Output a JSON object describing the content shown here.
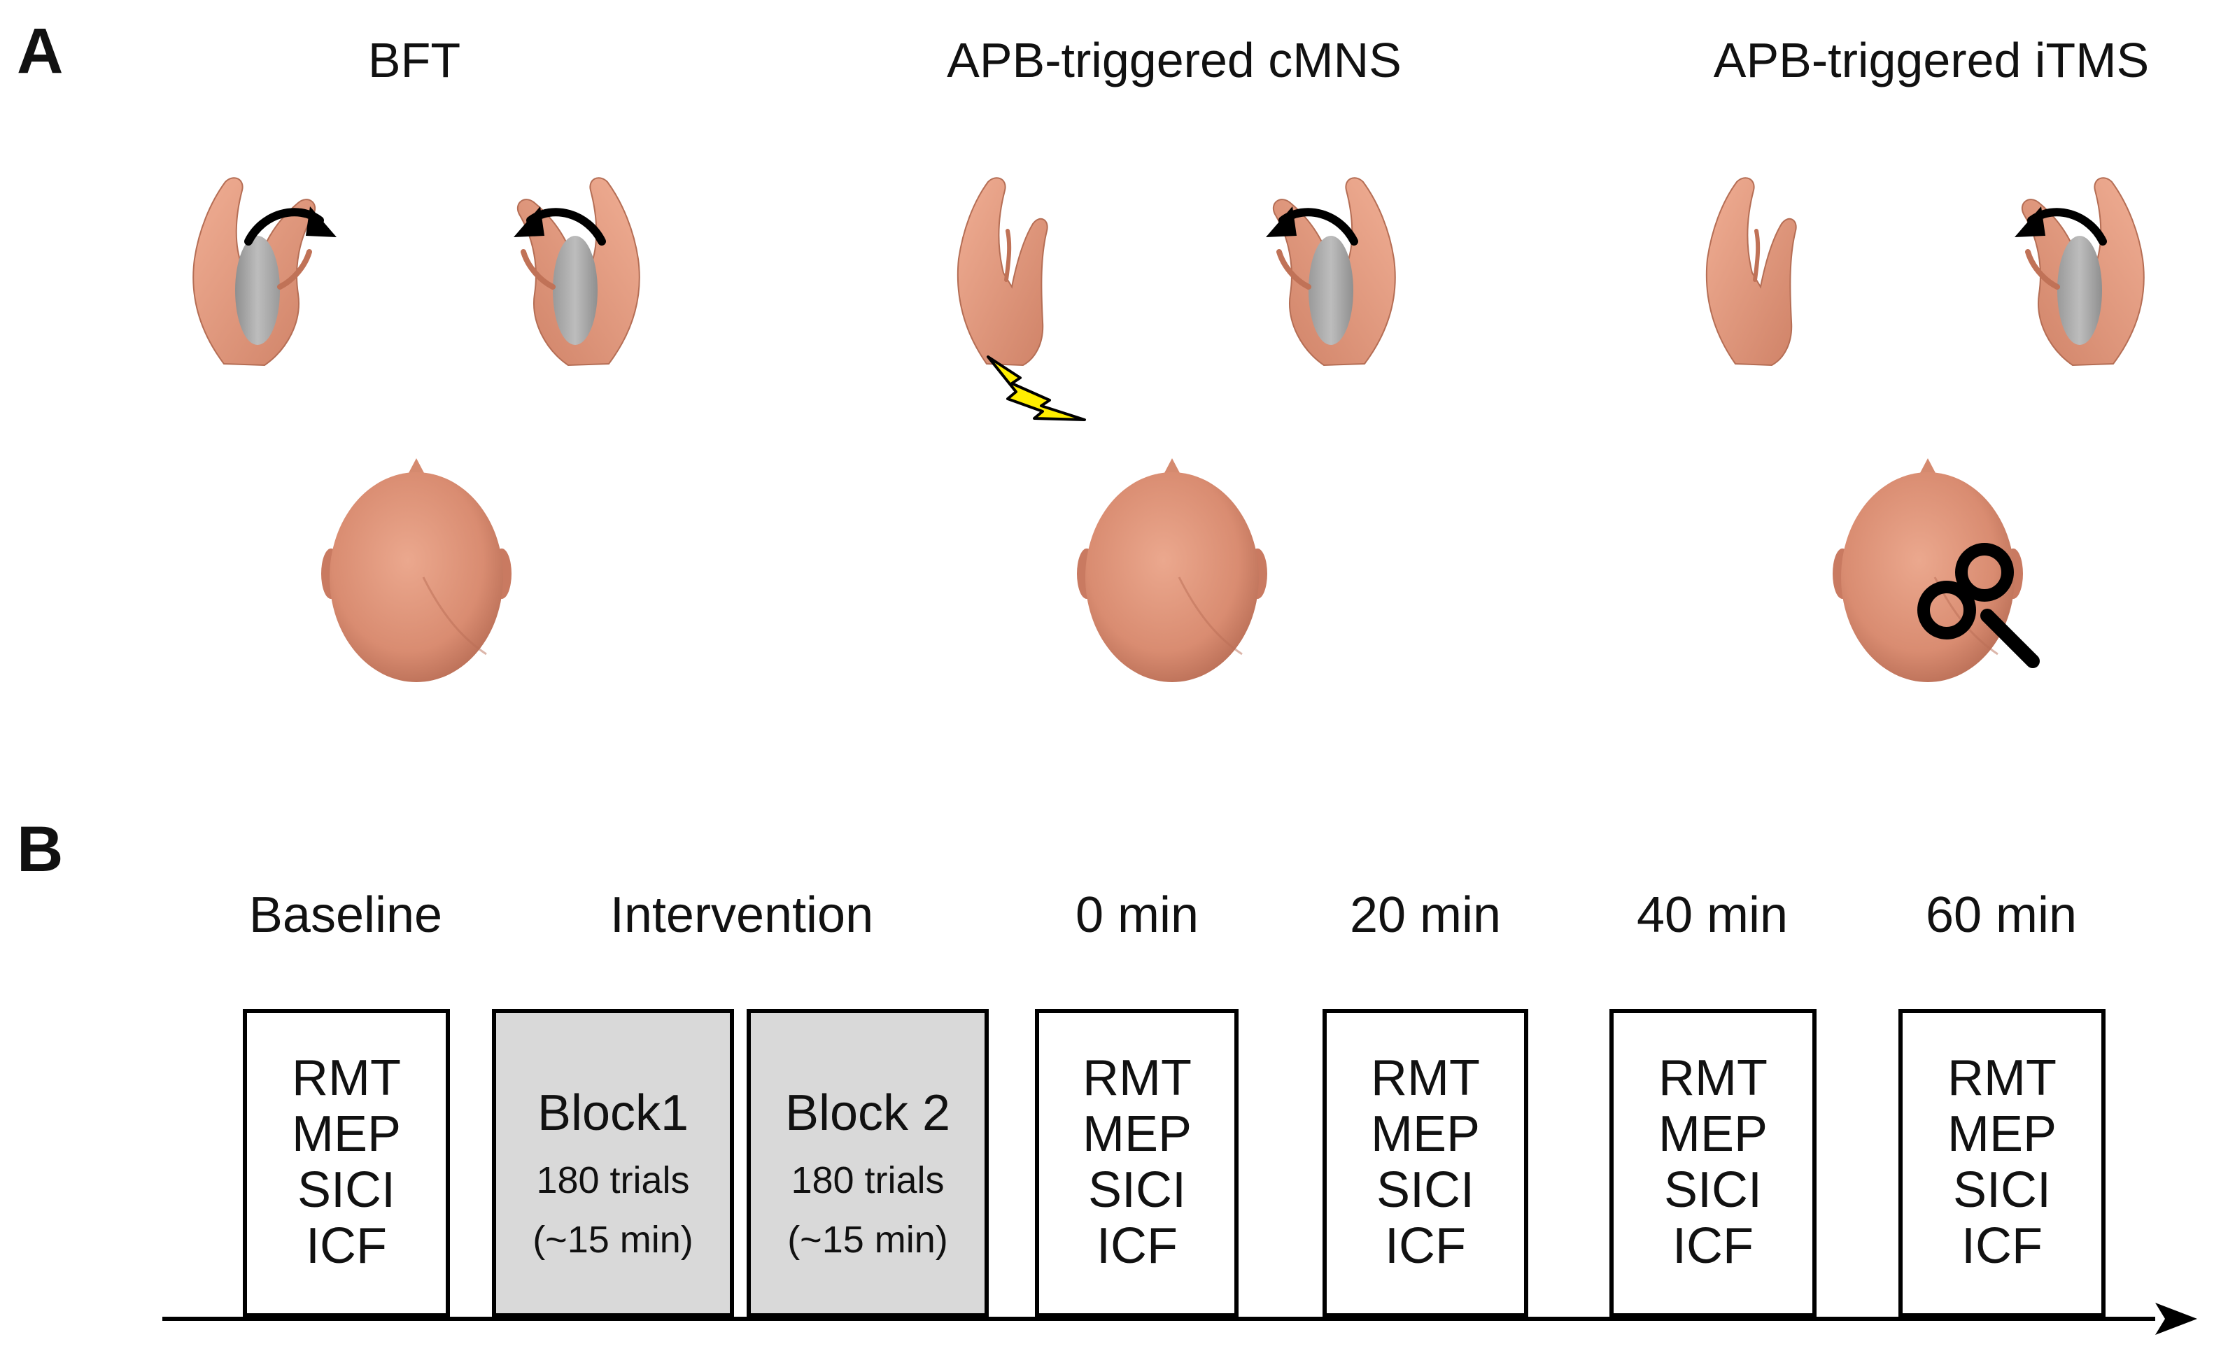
{
  "panels": {
    "a": {
      "letter": "A",
      "conditions": [
        {
          "title": "BFT",
          "left_hand": "rotating-ball-hand-icon",
          "right_hand": "rotating-ball-hand-icon",
          "stimulator": "none"
        },
        {
          "title": "APB-triggered cMNS",
          "left_hand": "empty-hand-icon",
          "right_hand": "rotating-ball-hand-icon",
          "stimulator": "lightning-bolt-icon"
        },
        {
          "title": "APB-triggered iTMS",
          "left_hand": "empty-hand-icon",
          "right_hand": "rotating-ball-hand-icon",
          "stimulator": "figure-eight-coil-icon"
        }
      ]
    },
    "b": {
      "letter": "B",
      "phases": [
        "Baseline",
        "Intervention",
        "0 min",
        "20 min",
        "40 min",
        "60 min"
      ],
      "measure_boxes": [
        {
          "lines": [
            "RMT",
            "MEP",
            "SICI",
            "ICF"
          ]
        },
        {
          "lines": [
            "RMT",
            "MEP",
            "SICI",
            "ICF"
          ]
        },
        {
          "lines": [
            "RMT",
            "MEP",
            "SICI",
            "ICF"
          ]
        },
        {
          "lines": [
            "RMT",
            "MEP",
            "SICI",
            "ICF"
          ]
        },
        {
          "lines": [
            "RMT",
            "MEP",
            "SICI",
            "ICF"
          ]
        }
      ],
      "intervention_blocks": [
        {
          "title": "Block1",
          "trials": "180 trials",
          "duration": "(~15 min)"
        },
        {
          "title": "Block 2",
          "trials": "180 trials",
          "duration": "(~15 min)"
        }
      ]
    }
  },
  "colors": {
    "skin": "#e39a80",
    "skin_dark": "#c97a61",
    "ball": "#a9a9a9",
    "block_fill": "#d9d9d9",
    "bolt": "#ffee00",
    "line": "#000000"
  }
}
